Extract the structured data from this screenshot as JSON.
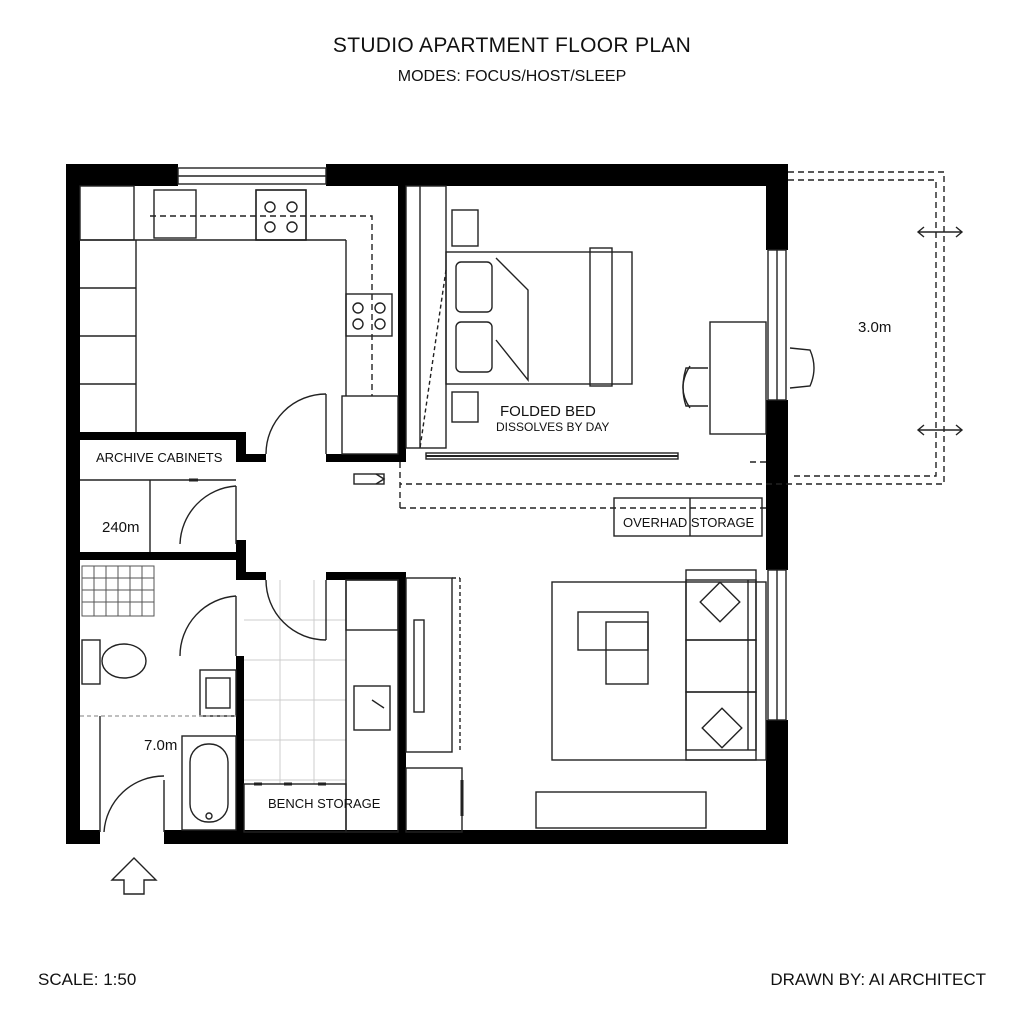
{
  "header": {
    "title": "STUDIO APARTMENT FLOOR PLAN",
    "subtitle": "MODES: FOCUS/HOST/SLEEP"
  },
  "labels": {
    "archive_cabinets": "ARCHIVE CABINETS",
    "dim_240": "240m",
    "dim_7": "7.0m",
    "dim_3": "3.0m",
    "folded_bed": "FOLDED BED",
    "dissolves": "DISSOLVES BY DAY",
    "overhead_storage": "OVERHAD STORAGE",
    "bench_storage": "BENCH STORAGE"
  },
  "footer": {
    "scale": "SCALE: 1:50",
    "drawn_by": "DRAWN BY: AI ARCHITECT"
  },
  "colors": {
    "wall": "#000000",
    "line": "#222222",
    "paper": "#ffffff"
  }
}
